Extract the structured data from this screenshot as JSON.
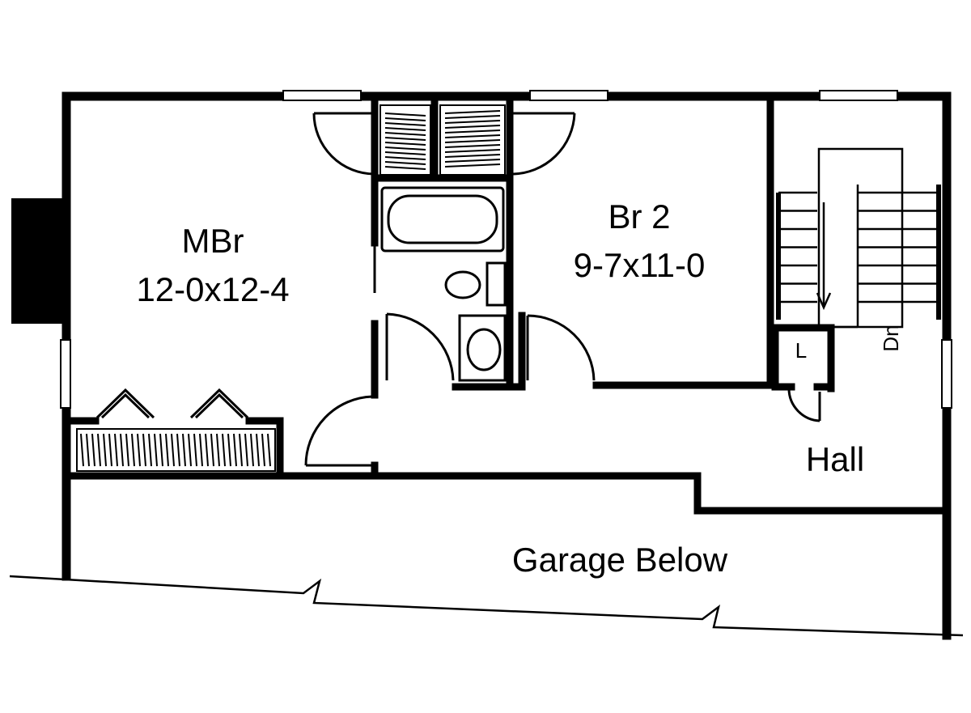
{
  "rooms": {
    "master_bedroom": {
      "name": "MBr",
      "size": "12-0x12-4"
    },
    "bedroom_2": {
      "name": "Br 2",
      "size": "9-7x11-0"
    },
    "hall": {
      "name": "Hall"
    },
    "garage": {
      "name": "Garage Below"
    }
  },
  "fixtures": {
    "linen_closet": "L",
    "stairs_direction": "Dn"
  },
  "colors": {
    "ink": "#000000",
    "paper": "#ffffff"
  }
}
